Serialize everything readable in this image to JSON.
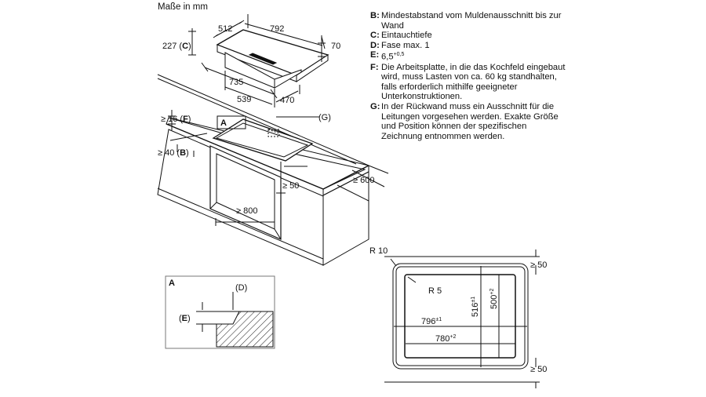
{
  "title": "Maße in mm",
  "notes": [
    {
      "key": "B:",
      "text": "Mindestabstand vom Muldenausschnitt bis zur Wand"
    },
    {
      "key": "C:",
      "text": "Eintauchtiefe"
    },
    {
      "key": "D:",
      "text": "Fase max. 1"
    },
    {
      "key": "E:",
      "text": "6,5",
      "sup": "+0,5"
    },
    {
      "key": "F:",
      "text": "Die Arbeitsplatte, in die das Kochfeld eingebaut wird, muss Lasten von ca. 60 kg standhalten, falls erforderlich mithilfe geeigneter Unterkonstruktionen."
    },
    {
      "key": "G:",
      "text": "In der Rückwand muss ein Ausschnitt für die Leitungen vorgesehen werden. Exakte Größe und Position können der spezifischen Zeichnung entnommen werden."
    }
  ],
  "hob_dims": {
    "d512": "512",
    "d792": "792",
    "d227": "227 (",
    "c": "C",
    "close": ")",
    "d70": "70",
    "d735": "735",
    "d539": "539",
    "d470": "470"
  },
  "counter_dims": {
    "f_pre": "≥ 16 (",
    "f": "F",
    "f_post": ")",
    "a": "A",
    "g": "(G)",
    "b_pre": "≥ 40 (",
    "b": "B",
    "b_post": ")",
    "d50": "≥ 50",
    "d600": "≥ 600",
    "d800": "≥ 800"
  },
  "detail": {
    "label": "A",
    "d": "(D)",
    "e_pre": "(",
    "e": "E",
    "e_post": ")"
  },
  "cutout": {
    "r10": "R 10",
    "r5": "R 5",
    "top50": "≥ 50",
    "bottom50": "≥ 50",
    "w796": "796",
    "w796_tol": "±1",
    "w780": "780",
    "w780_tol": "+2",
    "h516": "516",
    "h516_tol": "±1",
    "h500": "500",
    "h500_tol": "+2"
  }
}
